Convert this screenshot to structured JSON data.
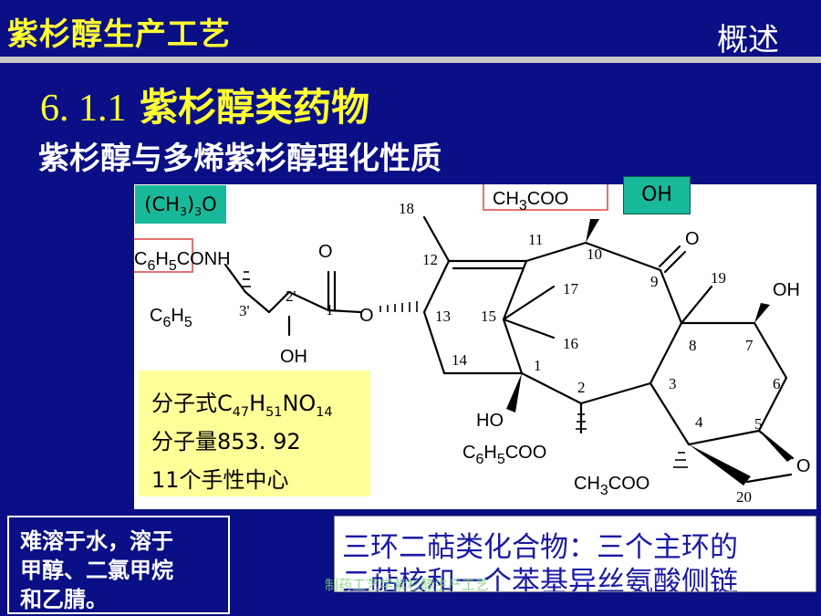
{
  "header": {
    "deck_title": "紫杉醇生产工艺",
    "section_label": "概述"
  },
  "slide": {
    "heading_number": "6. 1.1",
    "heading_text": "紫杉醇类药物",
    "subheading": "紫杉醇与多烯紫杉醇理化性质"
  },
  "structure": {
    "tags": {
      "ch3": "(CH3)3O",
      "oh": "OH"
    },
    "formula": {
      "line1": "分子式C47H51NO14",
      "line2": "分子量853. 92",
      "line3": "11个手性中心"
    }
  },
  "solubility": {
    "line1": "难溶于水，溶于",
    "line2": "甲醇、二氯甲烷",
    "line3": "和乙腈。"
  },
  "summary": {
    "line1": "三环二萜类化合物：三个主环的",
    "line2": "二萜核和一个苯基异丝氨酸侧链"
  },
  "footer": {
    "caption": "制药工艺学紫杉醇生产工艺"
  },
  "colors": {
    "background": "#0a0f85",
    "title_yellow": "#ffff33",
    "tag_teal": "#18b99a",
    "formula_yellow": "#ffff99",
    "summary_text": "#1a1aa6",
    "highlight_box": "#e05050"
  }
}
